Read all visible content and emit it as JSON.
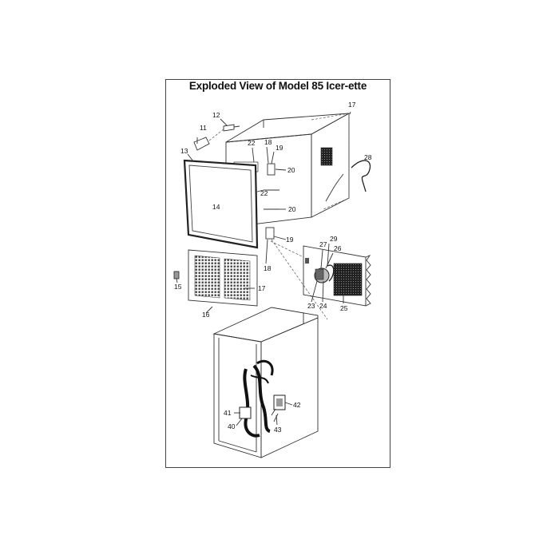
{
  "title": "Exploded View of Model 85 Icer-ette",
  "callouts": [
    "11",
    "12",
    "13",
    "14",
    "15",
    "16",
    "17",
    "17",
    "18",
    "18",
    "19",
    "19",
    "20",
    "20",
    "22",
    "22",
    "23",
    "24",
    "25",
    "26",
    "27",
    "28",
    "29",
    "40",
    "41",
    "42",
    "43"
  ],
  "colors": {
    "line": "#333333",
    "background": "#ffffff",
    "text": "#111111"
  }
}
